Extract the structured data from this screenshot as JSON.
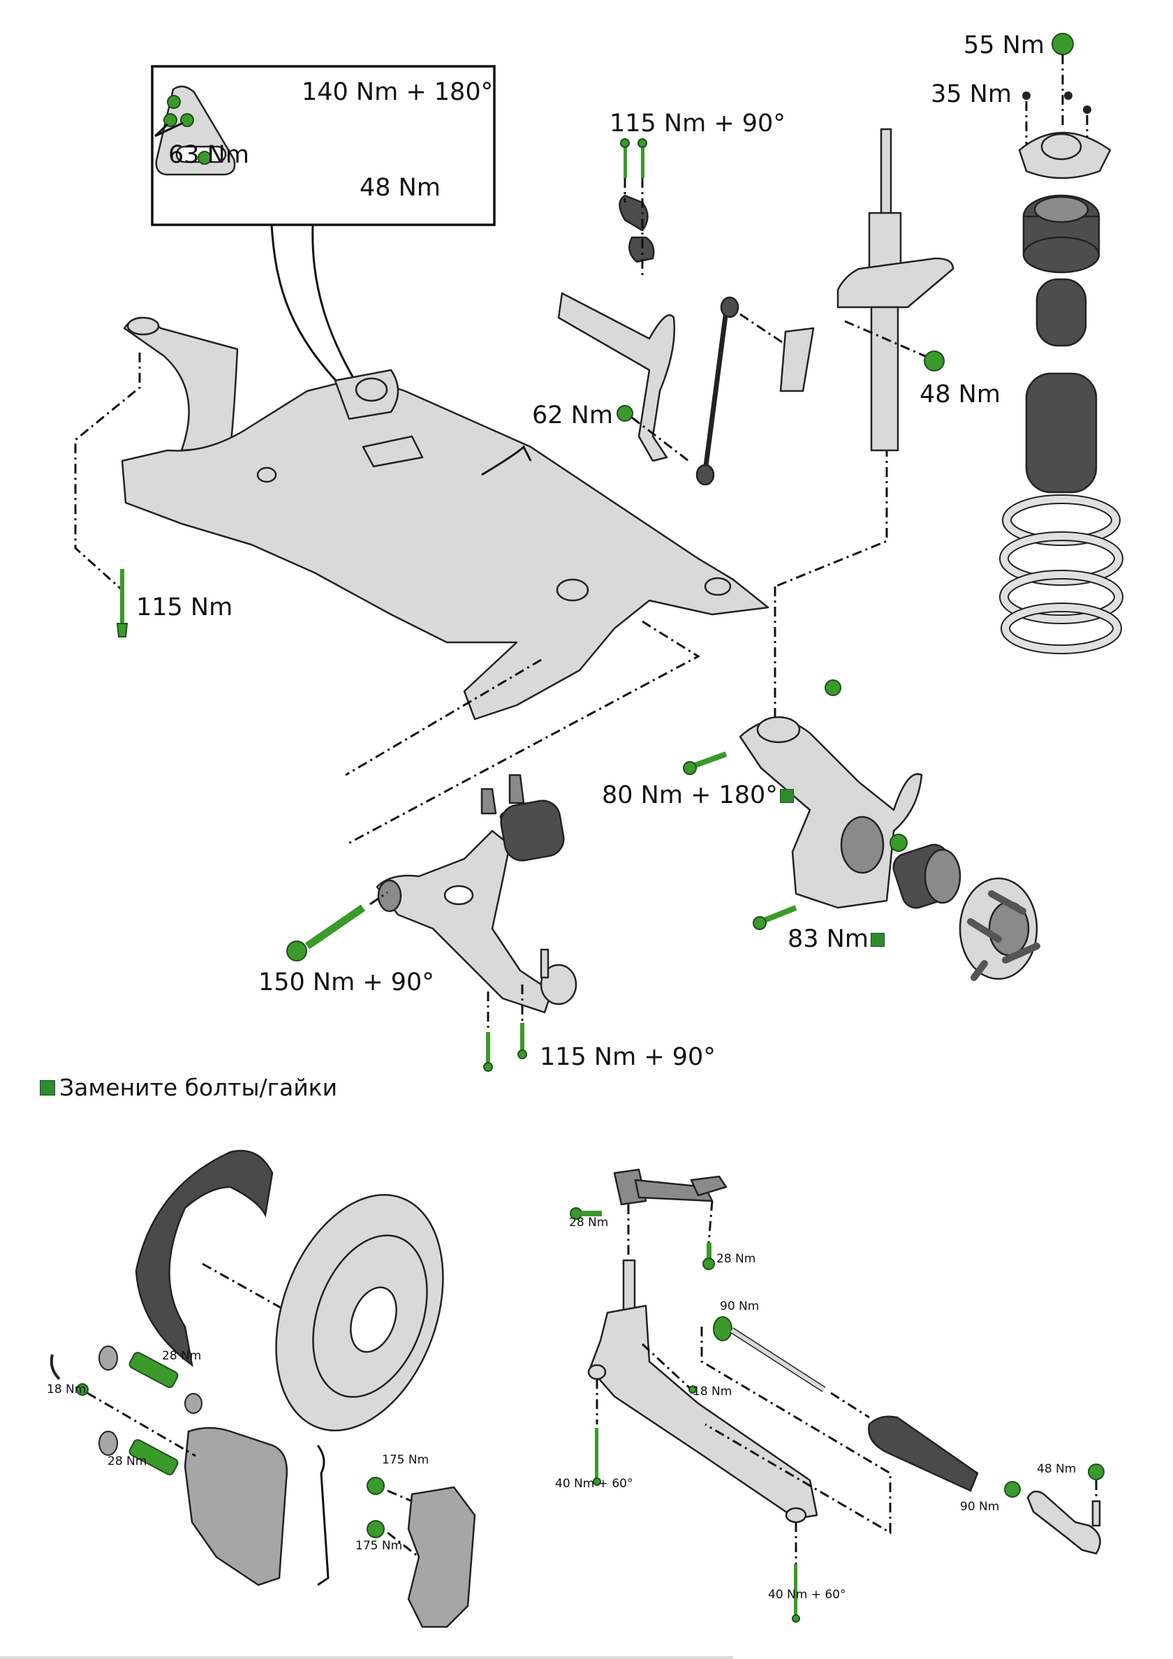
{
  "colors": {
    "replace_marker": "#2e8b2e",
    "fastener_green": "#3a9a2a",
    "part_gray": "#d9d9d9",
    "part_dark": "#555555",
    "outline": "#222222"
  },
  "legend": {
    "icon": "green-square-replace-marker",
    "text": "Замените болты/гайки"
  },
  "suspension": {
    "inset": {
      "torque_top": "140 Nm + 180°",
      "torque_left": "63 Nm",
      "torque_bottom": "48 Nm"
    },
    "subframe_bolt": "115 Nm",
    "stabilizer_bracket_bolts": "115 Nm + 90°",
    "stabilizer_link_nut": "62 Nm",
    "strut_bracket_nut": "48 Nm",
    "top_mount_nut": "55 Nm",
    "top_mount_studs": "35 Nm",
    "knuckle_pinch_bolt": "80 Nm + 180°",
    "hub_bolt": "83 Nm",
    "lower_arm_front_bolt": "150 Nm + 90°",
    "lower_arm_rear_bolts": "115 Nm + 90°"
  },
  "brakes": {
    "guide_pin_upper": "28 Nm",
    "guide_pin_lower": "28 Nm",
    "brake_hose": "18 Nm",
    "carrier_bolt_upper": "175 Nm",
    "carrier_bolt_lower": "175 Nm"
  },
  "steering": {
    "shaft_clamp_left": "28 Nm",
    "shaft_clamp_right": "28 Nm",
    "inner_tie_rod": "90 Nm",
    "line_bracket": "18 Nm",
    "rack_mount_left": "40 Nm + 60°",
    "rack_mount_right": "40 Nm + 60°",
    "tie_rod_locknut": "90 Nm",
    "tie_rod_end_nut": "48 Nm"
  }
}
